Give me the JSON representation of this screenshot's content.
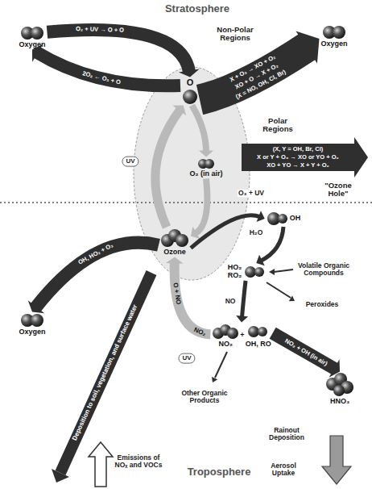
{
  "diagram": {
    "nodes": [
      {
        "text": [
          "Oxygen"
        ]
      },
      {
        "text": [
          "O"
        ]
      },
      {
        "text": [
          "Oxygen"
        ]
      },
      {
        "text": [
          "O₂ (in air)"
        ]
      },
      {
        "text": [
          "Ozone"
        ]
      },
      {
        "text": [
          "Oxygen"
        ]
      },
      {
        "text": [
          "OH"
        ]
      },
      {
        "text": [
          "HO₂ RO₂"
        ]
      },
      {
        "text": [
          "NO₂",
          "+",
          "OH, RO"
        ]
      },
      {
        "text": [
          "HNO₃"
        ]
      }
    ],
    "edges": [
      {
        "from": 0,
        "to": 1,
        "arrow": "to",
        "label": "O₂ + UV → O + O"
      },
      {
        "from": 1,
        "to": 2,
        "arrow": "to",
        "label": "X + O₃ → XO + O₂"
      },
      {
        "from": 1,
        "to": 0,
        "arrow": "to",
        "label": "2O₂ ← O₃ + O"
      },
      {
        "from": 4,
        "to": 1,
        "arrow": "to"
      },
      {
        "from": 1,
        "to": 3,
        "arrow": "to"
      },
      {
        "from": 3,
        "to": 4,
        "arrow": "to"
      },
      {
        "from": 4,
        "to": 5,
        "arrow": "to",
        "label": "OH, HO₂ + O₃"
      },
      {
        "from": 4,
        "to": 6,
        "arrow": "to",
        "label": "O₃ + UV"
      },
      {
        "from": 6,
        "to": 7,
        "arrow": "to"
      },
      {
        "from": 7,
        "to": 8,
        "arrow": "to",
        "label": "NO"
      },
      {
        "from": 8,
        "to": 9,
        "arrow": "to",
        "label": "NO₂ + OH (in air)"
      },
      {
        "from": 8,
        "to": 4,
        "arrow": "to",
        "label": "O + NO"
      }
    ],
    "labels": [
      "Stratosphere",
      "Non-Polar Regions",
      "XO + O → X + O₂",
      "(X = NO, OH, Cl, Br)",
      "Polar Regions",
      "(X, Y = OH, Br, Cl)",
      "X or Y + O₃ → XO or YO + O₂",
      "XO + YO → X + Y + O₂",
      "\"Ozone Hole\"",
      "UV",
      "H₂O",
      "Volatile Organic Compounds",
      "Peroxides",
      "NO₂",
      "UV",
      "Other Organic Products",
      "Deposition to soil, vegetation, and surface water",
      "Emissions of NOₓ and VOCs",
      "Troposphere",
      "Rainout Deposition",
      "Aerosol Uptake"
    ]
  }
}
